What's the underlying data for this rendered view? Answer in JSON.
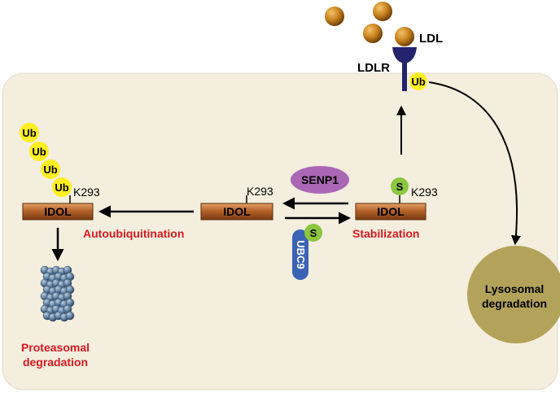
{
  "labels": {
    "ldl": "LDL",
    "ldlr": "LDLR",
    "ub": "Ub",
    "k293": "K293",
    "idol": "IDOL",
    "senp1": "SENP1",
    "ubc9": "UBC9",
    "sumo": "S",
    "autoubiquitination": "Autoubiquitination",
    "stabilization": "Stabilization",
    "proteasomal_line1": "Proteasomal",
    "proteasomal_line2": "degradation",
    "lysosomal_line1": "Lysosomal",
    "lysosomal_line2": "degradation"
  },
  "colors": {
    "cell_background": "#f3eedd",
    "ldl_particle": "#c8821e",
    "ldlr_receptor": "#23236e",
    "ubiquitin": "#ffee22",
    "idol_box": "#b5642a",
    "senp1": "#a967b4",
    "ubc9": "#3b63b5",
    "sumo": "#8cc63f",
    "process_label": "#d71920",
    "lysosome": "#b3a35a",
    "proteasome": "#5f7f9f"
  }
}
